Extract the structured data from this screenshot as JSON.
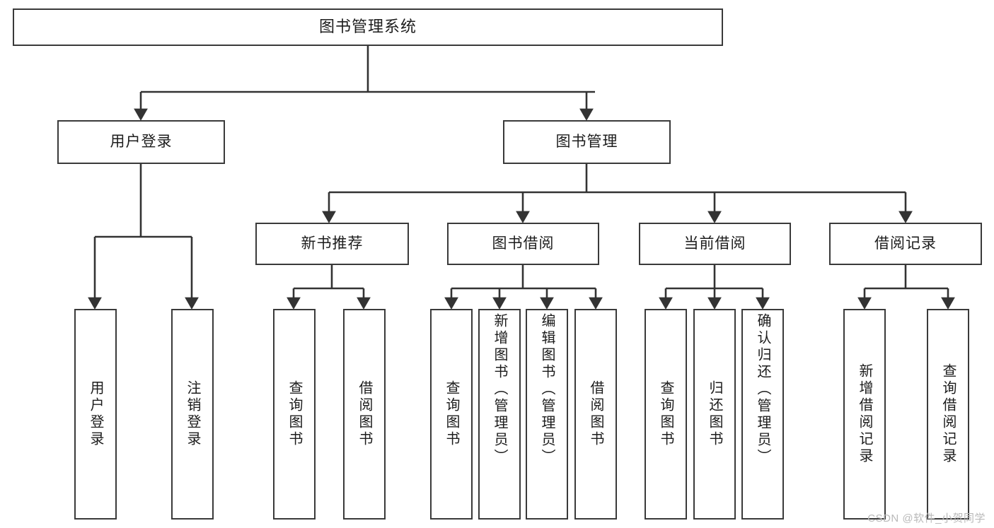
{
  "diagram": {
    "type": "tree-hierarchy-chart",
    "title": "图书管理系统",
    "watermark": "CSDN @软件_小贺同学",
    "colors": {
      "box_border": "#3a3a3a",
      "box_fill": "#ffffff",
      "text": "#1c1c1c",
      "connector": "#333333",
      "watermark": "#b9b9b9",
      "background": "#ffffff"
    },
    "root": {
      "label": "图书管理系统"
    },
    "level2": [
      {
        "label": "用户登录"
      },
      {
        "label": "图书管理"
      }
    ],
    "level3": [
      {
        "label": "新书推荐"
      },
      {
        "label": "图书借阅"
      },
      {
        "label": "当前借阅"
      },
      {
        "label": "借阅记录"
      }
    ],
    "leaves": {
      "user_login": [
        {
          "label": "用户登录"
        },
        {
          "label": "注销登录"
        }
      ],
      "new_book_recommend": [
        {
          "label": "查询图书"
        },
        {
          "label": "借阅图书"
        }
      ],
      "book_borrow": [
        {
          "label": "查询图书"
        },
        {
          "label": "新增图书（管理员）"
        },
        {
          "label": "编辑图书（管理员）"
        },
        {
          "label": "借阅图书"
        }
      ],
      "current_borrow": [
        {
          "label": "查询图书"
        },
        {
          "label": "归还图书"
        },
        {
          "label": "确认归还（管理员）"
        }
      ],
      "borrow_records": [
        {
          "label": "新增借阅记录"
        },
        {
          "label": "查询借阅记录"
        }
      ]
    }
  }
}
